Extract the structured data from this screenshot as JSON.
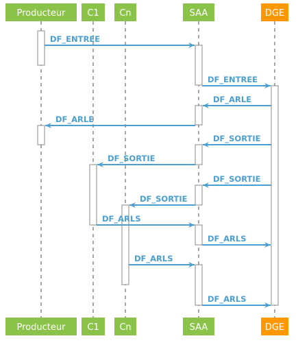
{
  "colors": {
    "participant": "#8bc34a",
    "participant_accent": "#ff9800",
    "arrow": "#4a9fd0",
    "lifeline": "#888888",
    "activation_fill": "#ffffff",
    "activation_stroke": "#888888"
  },
  "participants": [
    {
      "id": "producteur",
      "label": "Producteur",
      "accent": false
    },
    {
      "id": "c1",
      "label": "C1",
      "accent": false
    },
    {
      "id": "cn",
      "label": "Cn",
      "accent": false
    },
    {
      "id": "saa",
      "label": "SAA",
      "accent": false
    },
    {
      "id": "dge",
      "label": "DGE",
      "accent": true
    }
  ],
  "messages": [
    {
      "from": "producteur",
      "to": "saa",
      "label": "DF_ENTREE"
    },
    {
      "from": "saa",
      "to": "dge",
      "label": "DF_ENTREE"
    },
    {
      "from": "dge",
      "to": "saa",
      "label": "DF_ARLE"
    },
    {
      "from": "saa",
      "to": "producteur",
      "label": "DF_ARLE"
    },
    {
      "from": "dge",
      "to": "saa",
      "label": "DF_SORTIE"
    },
    {
      "from": "saa",
      "to": "c1",
      "label": "DF_SORTIE"
    },
    {
      "from": "dge",
      "to": "saa",
      "label": "DF_SORTIE"
    },
    {
      "from": "saa",
      "to": "cn",
      "label": "DF_SORTIE"
    },
    {
      "from": "c1",
      "to": "saa",
      "label": "DF_ARLS"
    },
    {
      "from": "saa",
      "to": "dge",
      "label": "DF_ARLS"
    },
    {
      "from": "cn",
      "to": "saa",
      "label": "DF_ARLS"
    },
    {
      "from": "saa",
      "to": "dge",
      "label": "DF_ARLS"
    }
  ]
}
